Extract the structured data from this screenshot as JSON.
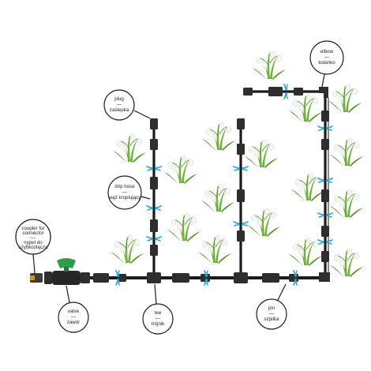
{
  "labels": {
    "coupler": {
      "en_1": "coupler for",
      "en_2": "connector",
      "dash": "—",
      "pl_1": "nypel do",
      "pl_2": "szybkozłącza"
    },
    "plug": {
      "en": "plug",
      "dash": "—",
      "pl": "zaślepka"
    },
    "drip": {
      "en": "drip hose",
      "dash": "—",
      "pl": "wąż kroplujący"
    },
    "valve": {
      "en": "valve",
      "dash": "—",
      "pl": "zawór"
    },
    "tee": {
      "en": "tee",
      "dash": "—",
      "pl": "trójnik"
    },
    "elbow": {
      "en": "elbow",
      "dash": "—",
      "pl": "kolanko"
    },
    "pin": {
      "en": "pin",
      "dash": "—",
      "pl": "szpilka"
    }
  },
  "icons": [
    "snowdrop-plant-icon",
    "water-drop-icon",
    "valve-handle-icon"
  ],
  "colors": {
    "pipe": "#1b1b1b",
    "fitting": "#2e2e2e",
    "water": "#29a8e0",
    "valve_handle": "#2e9e4a",
    "plant_leaf": "#5aa02c",
    "plant_flower": "#f4f6f2",
    "label_stroke": "#1e1e1e"
  }
}
